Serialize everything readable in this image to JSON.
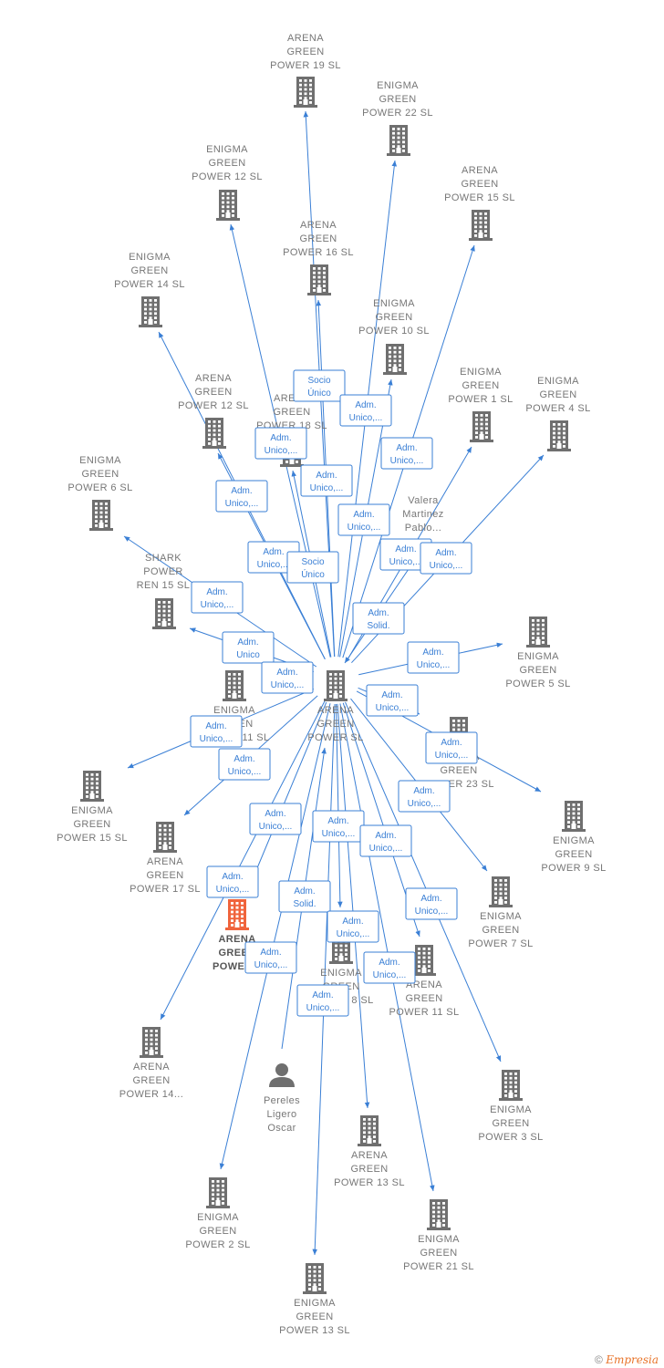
{
  "colors": {
    "edge": "#3a7fd5",
    "building": "#6f6f6f",
    "highlight": "#f0643c",
    "text": "#777777"
  },
  "nodes": [
    {
      "id": "center",
      "lines": [
        "ARENA",
        "GREEN",
        "POWER  SL"
      ],
      "icon": "building-icon"
    },
    {
      "id": "n_arena19",
      "lines": [
        "ARENA",
        "GREEN",
        "POWER 19  SL"
      ],
      "icon": "building-icon"
    },
    {
      "id": "n_enigma22",
      "lines": [
        "ENIGMA",
        "GREEN",
        "POWER 22  SL"
      ],
      "icon": "building-icon"
    },
    {
      "id": "n_enigma12",
      "lines": [
        "ENIGMA",
        "GREEN",
        "POWER 12  SL"
      ],
      "icon": "building-icon"
    },
    {
      "id": "n_arena15",
      "lines": [
        "ARENA",
        "GREEN",
        "POWER 15  SL"
      ],
      "icon": "building-icon"
    },
    {
      "id": "n_arena16",
      "lines": [
        "ARENA",
        "GREEN",
        "POWER 16  SL"
      ],
      "icon": "building-icon"
    },
    {
      "id": "n_enigma14",
      "lines": [
        "ENIGMA",
        "GREEN",
        "POWER 14  SL"
      ],
      "icon": "building-icon"
    },
    {
      "id": "n_enigma10",
      "lines": [
        "ENIGMA",
        "GREEN",
        "POWER 10  SL"
      ],
      "icon": "building-icon"
    },
    {
      "id": "n_arena12",
      "lines": [
        "ARENA",
        "GREEN",
        "POWER 12  SL"
      ],
      "icon": "building-icon"
    },
    {
      "id": "n_arena18",
      "lines": [
        "ARENA",
        "GREEN",
        "POWER 18  SL"
      ],
      "icon": "building-icon"
    },
    {
      "id": "n_enigma1",
      "lines": [
        "ENIGMA",
        "GREEN",
        "POWER 1  SL"
      ],
      "icon": "building-icon"
    },
    {
      "id": "n_enigma4",
      "lines": [
        "ENIGMA",
        "GREEN",
        "POWER 4  SL"
      ],
      "icon": "building-icon"
    },
    {
      "id": "n_enigma6",
      "lines": [
        "ENIGMA",
        "GREEN",
        "POWER 6  SL"
      ],
      "icon": "building-icon"
    },
    {
      "id": "n_valera",
      "lines": [
        "Valera",
        "Martinez",
        "Pablo..."
      ],
      "icon": "person-icon"
    },
    {
      "id": "n_shark",
      "lines": [
        "SHARK",
        "POWER",
        "REN 15  SL"
      ],
      "icon": "building-icon"
    },
    {
      "id": "n_enigma5",
      "lines": [
        "ENIGMA",
        "GREEN",
        "POWER 5  SL"
      ],
      "icon": "building-icon"
    },
    {
      "id": "n_enigma11",
      "lines": [
        "ENIGMA",
        "GREEN",
        "POWER 11  SL"
      ],
      "icon": "building-icon"
    },
    {
      "id": "n_enigma23",
      "lines": [
        "ENIGMA",
        "GREEN",
        "POWER 23  SL"
      ],
      "icon": "building-icon"
    },
    {
      "id": "n_enigma15",
      "lines": [
        "ENIGMA",
        "GREEN",
        "POWER 15  SL"
      ],
      "icon": "building-icon"
    },
    {
      "id": "n_enigma9",
      "lines": [
        "ENIGMA",
        "GREEN",
        "POWER 9  SL"
      ],
      "icon": "building-icon"
    },
    {
      "id": "n_arena17",
      "lines": [
        "ARENA",
        "GREEN",
        "POWER 17  SL"
      ],
      "icon": "building-icon"
    },
    {
      "id": "n_enigma7",
      "lines": [
        "ENIGMA",
        "GREEN",
        "POWER 7  SL"
      ],
      "icon": "building-icon"
    },
    {
      "id": "n_arena_hl",
      "lines": [
        "ARENA",
        "GREEN",
        "POWER..."
      ],
      "icon": "building-icon",
      "highlight": true
    },
    {
      "id": "n_enigma8",
      "lines": [
        "ENIGMA",
        "GREEN",
        "POWER 8  SL"
      ],
      "icon": "building-icon"
    },
    {
      "id": "n_arena11",
      "lines": [
        "ARENA",
        "GREEN",
        "POWER 11  SL"
      ],
      "icon": "building-icon"
    },
    {
      "id": "n_arena14",
      "lines": [
        "ARENA",
        "GREEN",
        "POWER 14..."
      ],
      "icon": "building-icon"
    },
    {
      "id": "n_pereles",
      "lines": [
        "Pereles",
        "Ligero",
        "Oscar"
      ],
      "icon": "person-icon"
    },
    {
      "id": "n_enigma3",
      "lines": [
        "ENIGMA",
        "GREEN",
        "POWER 3  SL"
      ],
      "icon": "building-icon"
    },
    {
      "id": "n_arena13",
      "lines": [
        "ARENA",
        "GREEN",
        "POWER 13  SL"
      ],
      "icon": "building-icon"
    },
    {
      "id": "n_enigma2",
      "lines": [
        "ENIGMA",
        "GREEN",
        "POWER 2  SL"
      ],
      "icon": "building-icon"
    },
    {
      "id": "n_enigma21",
      "lines": [
        "ENIGMA",
        "GREEN",
        "POWER 21  SL"
      ],
      "icon": "building-icon"
    },
    {
      "id": "n_enigma13",
      "lines": [
        "ENIGMA",
        "GREEN",
        "POWER 13  SL"
      ],
      "icon": "building-icon"
    }
  ],
  "edges": [
    {
      "from": "center",
      "to": "n_arena19",
      "lines": [
        "Socio",
        "Único"
      ]
    },
    {
      "from": "center",
      "to": "n_enigma22",
      "lines": [
        "Adm.",
        "Unico,..."
      ]
    },
    {
      "from": "center",
      "to": "n_enigma12",
      "lines": [
        "Adm.",
        "Unico,..."
      ]
    },
    {
      "from": "center",
      "to": "n_arena15",
      "lines": [
        "Adm.",
        "Unico,..."
      ]
    },
    {
      "from": "center",
      "to": "n_arena16",
      "lines": [
        "Adm.",
        "Unico,..."
      ]
    },
    {
      "from": "center",
      "to": "n_enigma14",
      "lines": [
        "Adm.",
        "Unico,..."
      ]
    },
    {
      "from": "center",
      "to": "n_enigma10",
      "lines": [
        "Adm.",
        "Unico,..."
      ]
    },
    {
      "from": "center",
      "to": "n_arena12",
      "lines": [
        "Adm.",
        "Unico,..."
      ]
    },
    {
      "from": "center",
      "to": "n_arena18",
      "lines": [
        "Socio",
        "Único"
      ]
    },
    {
      "from": "center",
      "to": "n_enigma1",
      "lines": [
        "Adm.",
        "Unico,..."
      ]
    },
    {
      "from": "center",
      "to": "n_enigma4",
      "lines": [
        "Adm.",
        "Unico,..."
      ]
    },
    {
      "from": "n_valera",
      "to": "center",
      "lines": [
        "Adm.",
        "Solid."
      ]
    },
    {
      "from": "center",
      "to": "n_enigma6",
      "lines": [
        "Adm.",
        "Unico,..."
      ]
    },
    {
      "from": "center",
      "to": "n_shark",
      "lines": [
        "Adm.",
        "Unico"
      ]
    },
    {
      "from": "center",
      "to": "n_enigma5",
      "lines": [
        "Adm.",
        "Unico,..."
      ]
    },
    {
      "from": "center",
      "to": "n_enigma11",
      "lines": [
        "Adm.",
        "Unico,..."
      ]
    },
    {
      "from": "center",
      "to": "n_enigma23",
      "lines": [
        "Adm.",
        "Unico,..."
      ]
    },
    {
      "from": "center",
      "to": "n_enigma15",
      "lines": [
        "Adm.",
        "Unico,..."
      ]
    },
    {
      "from": "center",
      "to": "n_enigma9",
      "lines": [
        "Adm.",
        "Unico,..."
      ]
    },
    {
      "from": "center",
      "to": "n_arena17",
      "lines": [
        "Adm.",
        "Unico,..."
      ]
    },
    {
      "from": "center",
      "to": "n_enigma7",
      "lines": [
        "Adm.",
        "Unico,..."
      ]
    },
    {
      "from": "center",
      "to": "n_arena_hl",
      "lines": [
        "Adm.",
        "Unico,..."
      ]
    },
    {
      "from": "center",
      "to": "n_enigma8",
      "lines": [
        "Adm.",
        "Unico,..."
      ]
    },
    {
      "from": "center",
      "to": "n_arena11",
      "lines": [
        "Adm.",
        "Unico,..."
      ]
    },
    {
      "from": "center",
      "to": "n_arena14",
      "lines": [
        "Adm.",
        "Unico,..."
      ]
    },
    {
      "from": "n_pereles",
      "to": "center",
      "lines": [
        "Adm.",
        "Solid."
      ]
    },
    {
      "from": "center",
      "to": "n_enigma3",
      "lines": [
        "Adm.",
        "Unico,..."
      ]
    },
    {
      "from": "center",
      "to": "n_arena13",
      "lines": [
        "Adm.",
        "Unico,..."
      ]
    },
    {
      "from": "center",
      "to": "n_enigma2",
      "lines": [
        "Adm.",
        "Unico,..."
      ]
    },
    {
      "from": "center",
      "to": "n_enigma21",
      "lines": [
        "Adm.",
        "Unico,..."
      ]
    },
    {
      "from": "center",
      "to": "n_enigma13",
      "lines": [
        "Adm.",
        "Unico,..."
      ]
    }
  ],
  "footer": {
    "copyright": "©",
    "brand": "Empresia"
  }
}
